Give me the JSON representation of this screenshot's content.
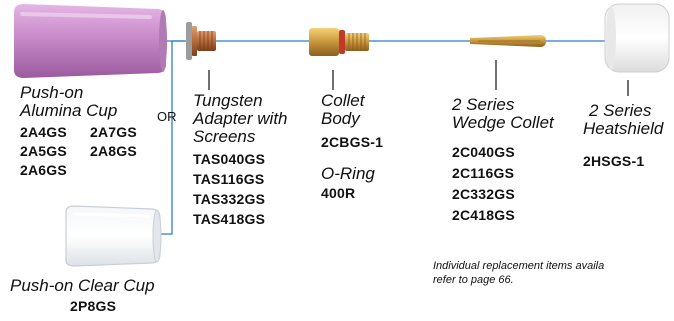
{
  "cup": {
    "title_lines": [
      "Push-on",
      "Alumina Cup"
    ],
    "codes": [
      "2A4GS",
      "2A7GS",
      "2A5GS",
      "2A8GS",
      "2A6GS"
    ]
  },
  "or_label": "OR",
  "adapter": {
    "title_lines": [
      "Tungsten",
      "Adapter with",
      "Screens"
    ],
    "codes": [
      "TAS040GS",
      "TAS116GS",
      "TAS332GS",
      "TAS418GS"
    ]
  },
  "collet_body": {
    "title_lines": [
      "Collet",
      "Body"
    ],
    "code": "2CBGS-1"
  },
  "oring": {
    "title": "O-Ring",
    "code": "400R"
  },
  "wedge_collet": {
    "title_lines": [
      "2 Series",
      "Wedge Collet"
    ],
    "codes": [
      "2C040GS",
      "2C116GS",
      "2C332GS",
      "2C418GS"
    ]
  },
  "heatshield": {
    "title_lines": [
      "2 Series",
      "Heatshield"
    ],
    "code": "2HSGS-1"
  },
  "clear_cup": {
    "title": "Push-on Clear Cup",
    "code": "2P8GS"
  },
  "note_lines": [
    "Individual replacement items availa",
    "refer to page 66."
  ],
  "colors": {
    "leader_line": "#2f7fc1",
    "alumina_cup": "#c98ac9",
    "brass": "#c9963b",
    "copper": "#b56a3a",
    "oring_red": "#c0392b"
  }
}
